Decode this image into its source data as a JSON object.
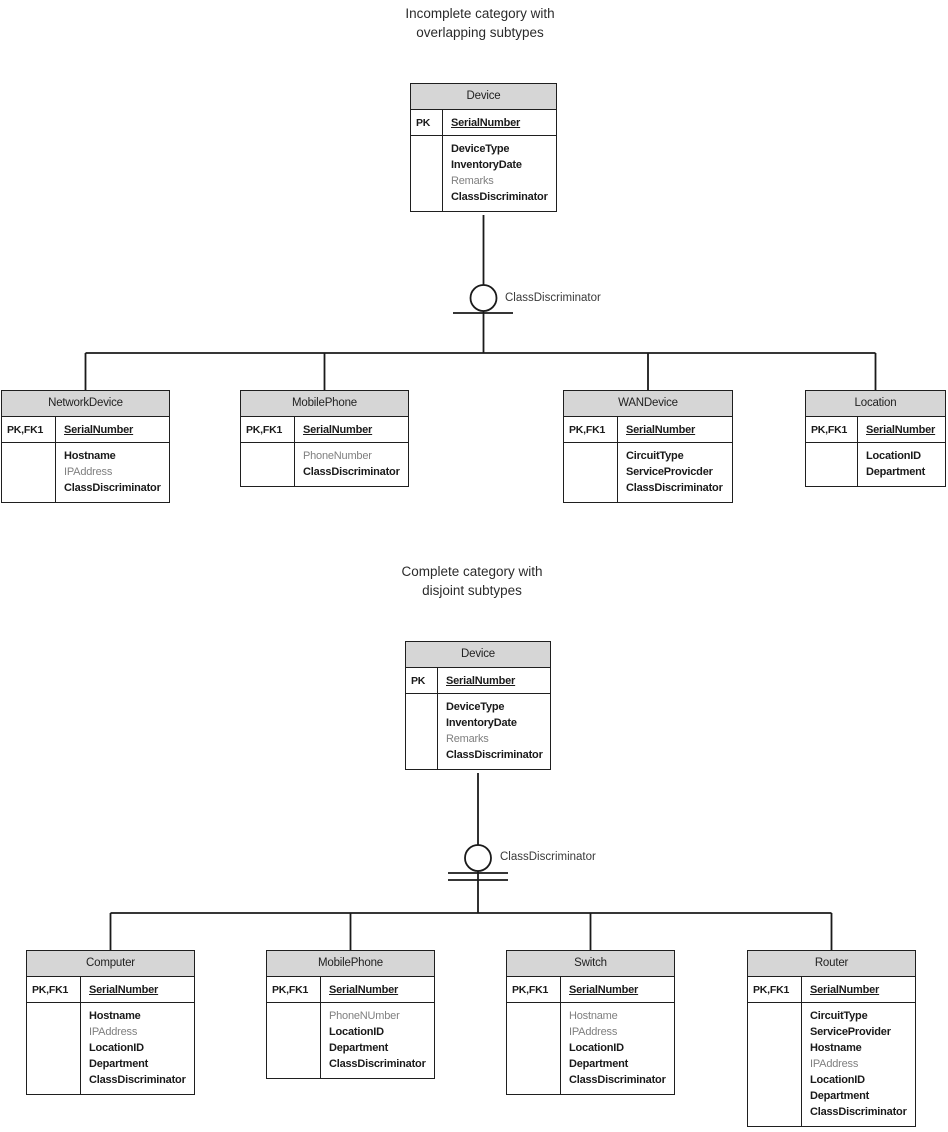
{
  "titles": {
    "top": "Incomplete category with\noverlapping subtypes",
    "bottom": "Complete category with\ndisjoint subtypes"
  },
  "category_labels": {
    "top": "ClassDiscriminator",
    "bottom": "ClassDiscriminator"
  },
  "colors": {
    "header_bg": "#d6d6d6",
    "border": "#1f1f1f",
    "line": "#1a1a1a",
    "gray_text": "#7f7f7f",
    "text": "#1a1a1a"
  },
  "entities": {
    "device_top": {
      "title": "Device",
      "key_label": "PK",
      "key_attr": "SerialNumber",
      "attributes": [
        {
          "text": "DeviceType",
          "style": "bold"
        },
        {
          "text": "InventoryDate",
          "style": "bold"
        },
        {
          "text": "Remarks",
          "style": "gray"
        },
        {
          "text": "ClassDiscriminator",
          "style": "bold"
        }
      ]
    },
    "network_device": {
      "title": "NetworkDevice",
      "key_label": "PK,FK1",
      "key_attr": "SerialNumber",
      "attributes": [
        {
          "text": "Hostname",
          "style": "bold"
        },
        {
          "text": "IPAddress",
          "style": "gray"
        },
        {
          "text": "ClassDiscriminator",
          "style": "bold"
        }
      ]
    },
    "mobile_phone_top": {
      "title": "MobilePhone",
      "key_label": "PK,FK1",
      "key_attr": "SerialNumber",
      "attributes": [
        {
          "text": "PhoneNumber",
          "style": "gray"
        },
        {
          "text": "ClassDiscriminator",
          "style": "bold"
        }
      ]
    },
    "wan_device": {
      "title": "WANDevice",
      "key_label": "PK,FK1",
      "key_attr": "SerialNumber",
      "attributes": [
        {
          "text": "CircuitType",
          "style": "bold"
        },
        {
          "text": "ServiceProvicder",
          "style": "bold"
        },
        {
          "text": "ClassDiscriminator",
          "style": "bold"
        }
      ]
    },
    "location": {
      "title": "Location",
      "key_label": "PK,FK1",
      "key_attr": "SerialNumber",
      "attributes": [
        {
          "text": "LocationID",
          "style": "bold"
        },
        {
          "text": "Department",
          "style": "bold"
        }
      ]
    },
    "device_bottom": {
      "title": "Device",
      "key_label": "PK",
      "key_attr": "SerialNumber",
      "attributes": [
        {
          "text": "DeviceType",
          "style": "bold"
        },
        {
          "text": "InventoryDate",
          "style": "bold"
        },
        {
          "text": "Remarks",
          "style": "gray"
        },
        {
          "text": "ClassDiscriminator",
          "style": "bold"
        }
      ]
    },
    "computer": {
      "title": "Computer",
      "key_label": "PK,FK1",
      "key_attr": "SerialNumber",
      "attributes": [
        {
          "text": "Hostname",
          "style": "bold"
        },
        {
          "text": "IPAddress",
          "style": "gray"
        },
        {
          "text": "LocationID",
          "style": "bold"
        },
        {
          "text": "Department",
          "style": "bold"
        },
        {
          "text": "ClassDiscriminator",
          "style": "bold"
        }
      ]
    },
    "mobile_phone_bottom": {
      "title": "MobilePhone",
      "key_label": "PK,FK1",
      "key_attr": "SerialNumber",
      "attributes": [
        {
          "text": "PhoneNUmber",
          "style": "gray"
        },
        {
          "text": "LocationID",
          "style": "bold"
        },
        {
          "text": "Department",
          "style": "bold"
        },
        {
          "text": "ClassDiscriminator",
          "style": "bold"
        }
      ]
    },
    "switch": {
      "title": "Switch",
      "key_label": "PK,FK1",
      "key_attr": "SerialNumber",
      "attributes": [
        {
          "text": "Hostname",
          "style": "gray"
        },
        {
          "text": "IPAddress",
          "style": "gray"
        },
        {
          "text": "LocationID",
          "style": "bold"
        },
        {
          "text": "Department",
          "style": "bold"
        },
        {
          "text": "ClassDiscriminator",
          "style": "bold"
        }
      ]
    },
    "router": {
      "title": "Router",
      "key_label": "PK,FK1",
      "key_attr": "SerialNumber",
      "attributes": [
        {
          "text": "CircuitType",
          "style": "bold"
        },
        {
          "text": "ServiceProvider",
          "style": "bold"
        },
        {
          "text": "Hostname",
          "style": "bold"
        },
        {
          "text": "IPAddress",
          "style": "gray"
        },
        {
          "text": "LocationID",
          "style": "bold"
        },
        {
          "text": "Department",
          "style": "bold"
        },
        {
          "text": "ClassDiscriminator",
          "style": "bold"
        }
      ]
    }
  }
}
